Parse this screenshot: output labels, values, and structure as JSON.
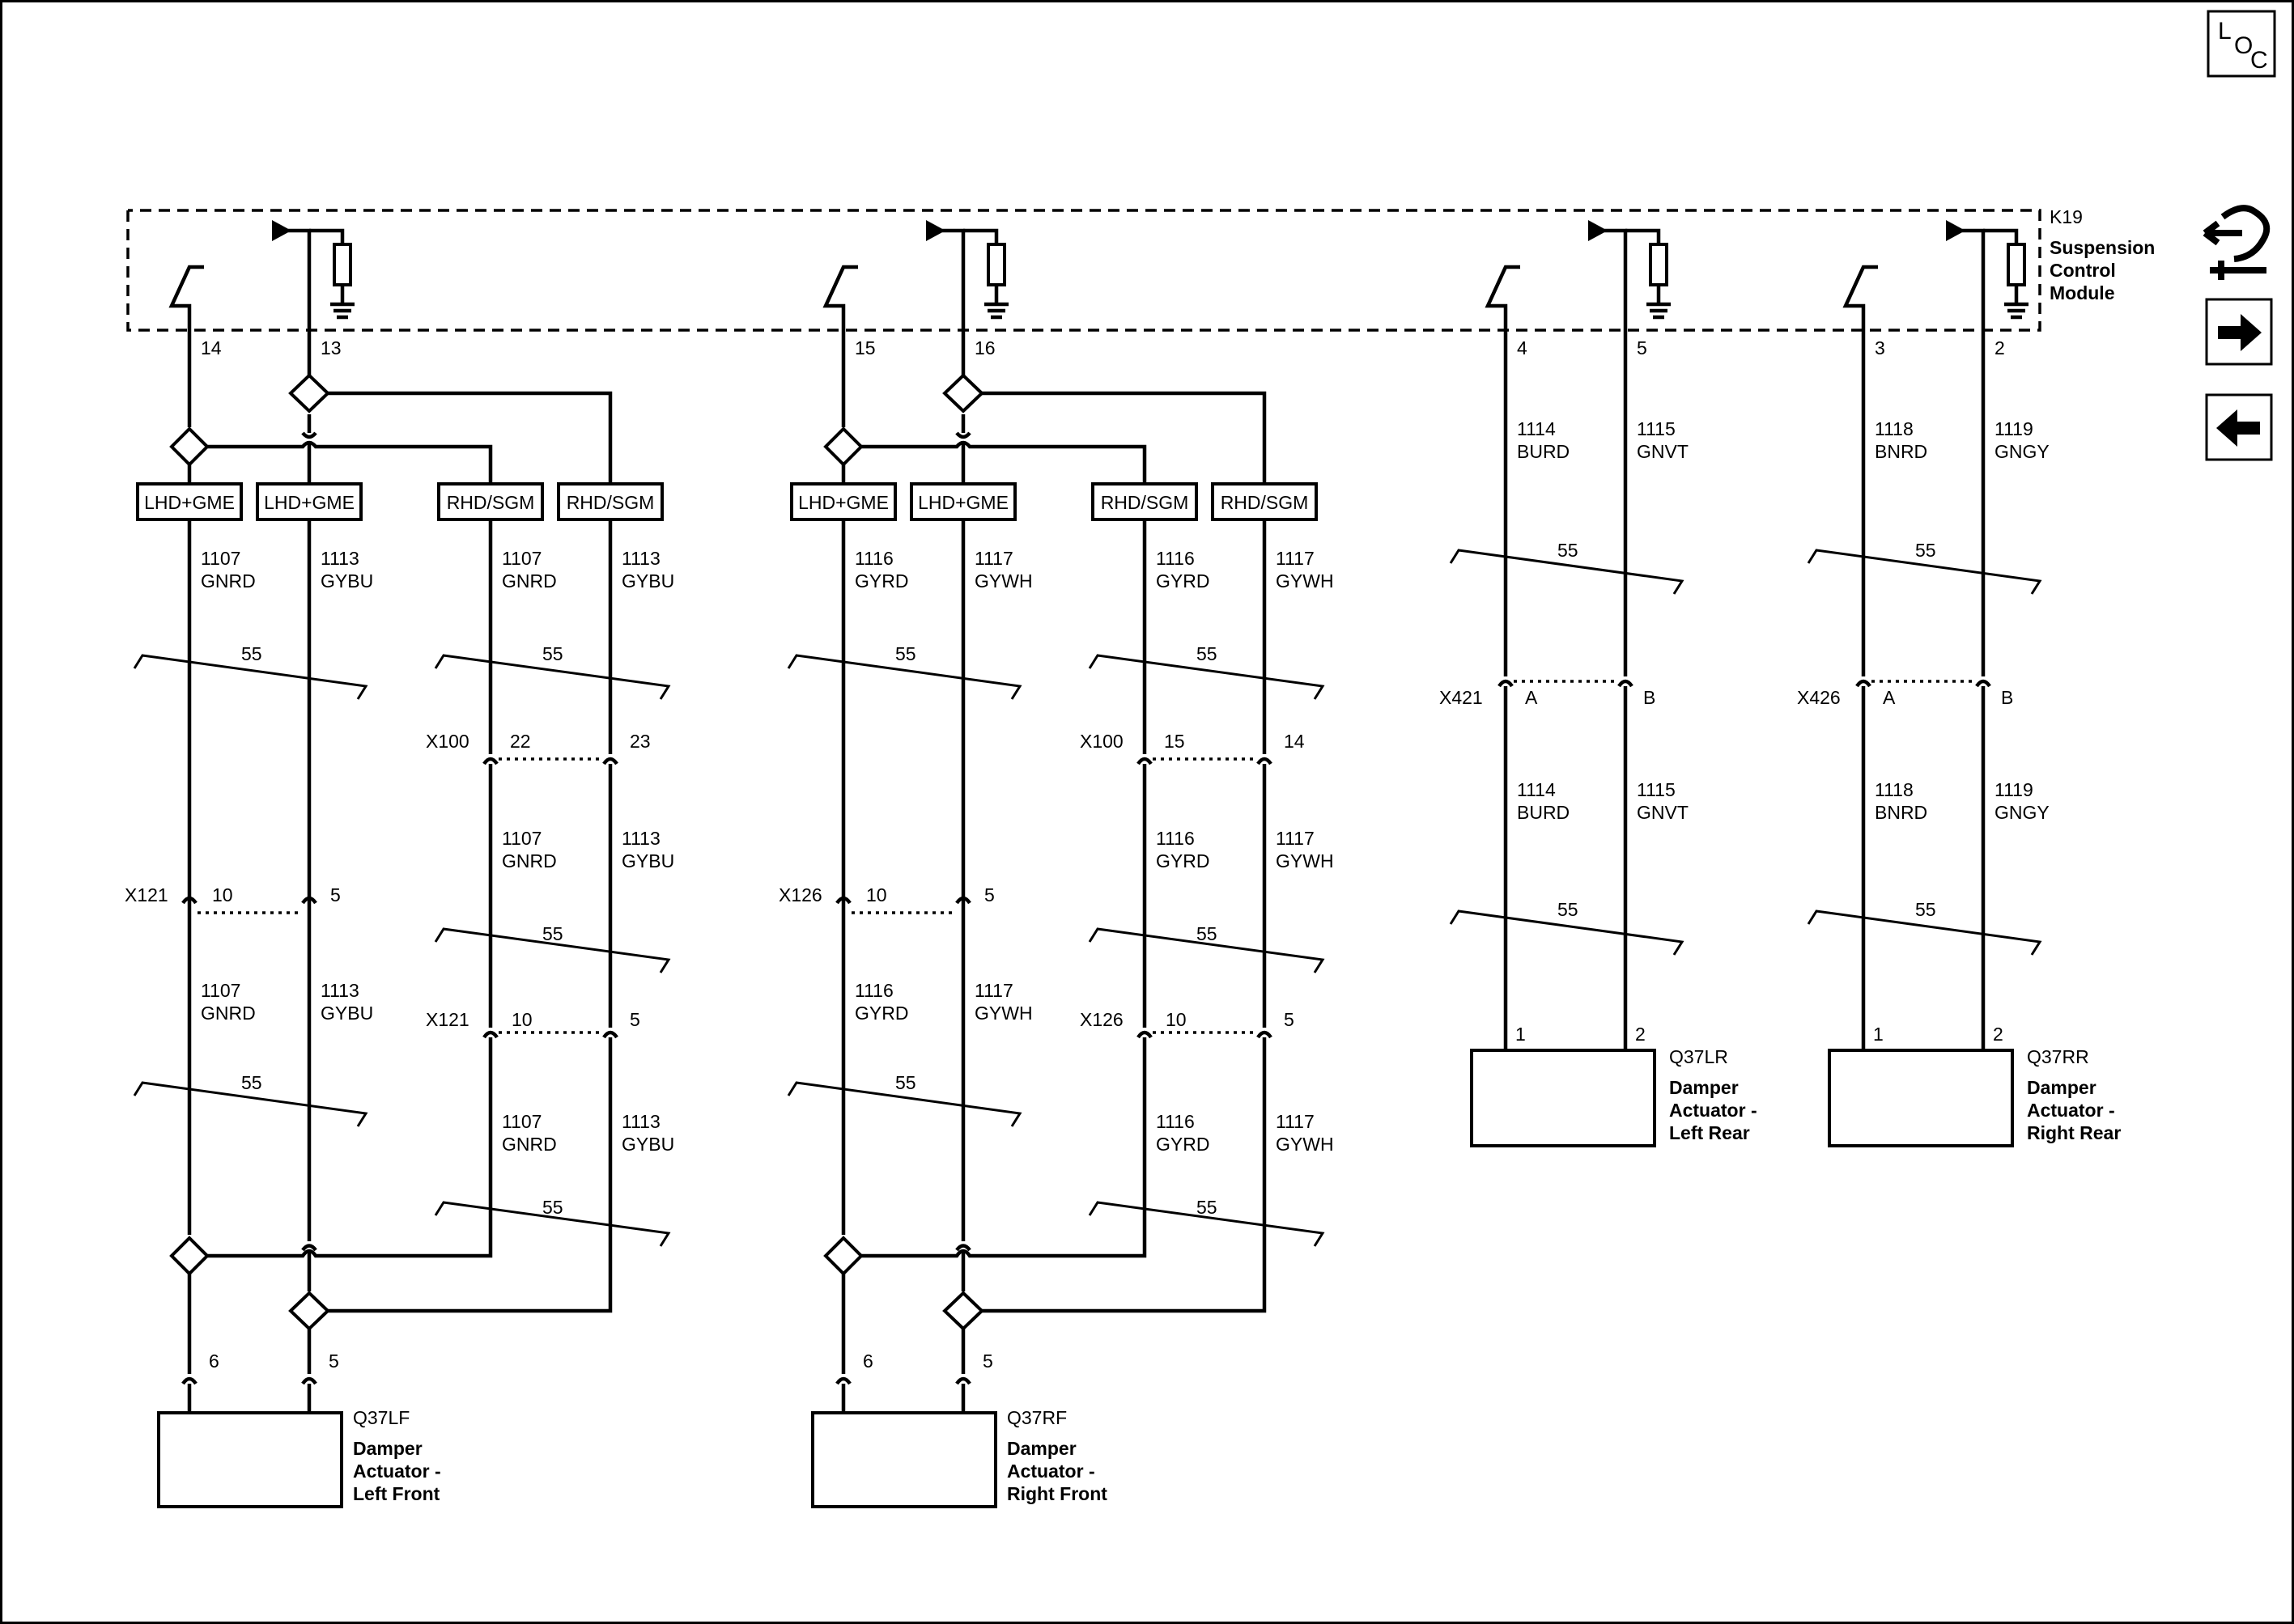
{
  "module": {
    "id": "K19",
    "name_lines": [
      "Suspension",
      "Control",
      "Module"
    ]
  },
  "loc_icon": {
    "letters": [
      "L",
      "O",
      "C"
    ]
  },
  "icons": [
    "loc-icon",
    "circuit-tracing-icon",
    "arrow-right-icon",
    "arrow-left-icon"
  ],
  "labels": {
    "lhd_gme": "LHD+GME",
    "rhd_sgm": "RHD/SGM",
    "gauge": "55"
  },
  "front_left": {
    "pin_switch": "14",
    "pin_output": "13",
    "lhd_wire1": {
      "circuit": "1107",
      "color": "GNRD"
    },
    "lhd_wire2": {
      "circuit": "1113",
      "color": "GYBU"
    },
    "rhd_wire1": {
      "circuit": "1107",
      "color": "GNRD"
    },
    "rhd_wire2": {
      "circuit": "1113",
      "color": "GYBU"
    },
    "x100": {
      "id": "X100",
      "pin1": "22",
      "pin2": "23"
    },
    "x121_lhd": {
      "id": "X121",
      "pin1": "10",
      "pin2": "5"
    },
    "x121_rhd": {
      "id": "X121",
      "pin1": "10",
      "pin2": "5"
    },
    "mid_lhd_wire1": {
      "circuit": "1107",
      "color": "GNRD"
    },
    "mid_lhd_wire2": {
      "circuit": "1113",
      "color": "GYBU"
    },
    "mid_rhd_wire1": {
      "circuit": "1107",
      "color": "GNRD"
    },
    "mid_rhd_wire2": {
      "circuit": "1113",
      "color": "GYBU"
    },
    "low_rhd_wire1": {
      "circuit": "1107",
      "color": "GNRD"
    },
    "low_rhd_wire2": {
      "circuit": "1113",
      "color": "GYBU"
    },
    "component_pin1": "6",
    "component_pin2": "5",
    "component_id": "Q37LF",
    "component_name": [
      "Damper",
      "Actuator -",
      "Left Front"
    ]
  },
  "front_right": {
    "pin_switch": "15",
    "pin_output": "16",
    "lhd_wire1": {
      "circuit": "1116",
      "color": "GYRD"
    },
    "lhd_wire2": {
      "circuit": "1117",
      "color": "GYWH"
    },
    "rhd_wire1": {
      "circuit": "1116",
      "color": "GYRD"
    },
    "rhd_wire2": {
      "circuit": "1117",
      "color": "GYWH"
    },
    "x100": {
      "id": "X100",
      "pin1": "15",
      "pin2": "14"
    },
    "x121_lhd": {
      "id": "X126",
      "pin1": "10",
      "pin2": "5"
    },
    "x121_rhd": {
      "id": "X126",
      "pin1": "10",
      "pin2": "5"
    },
    "mid_lhd_wire1": {
      "circuit": "1116",
      "color": "GYRD"
    },
    "mid_lhd_wire2": {
      "circuit": "1117",
      "color": "GYWH"
    },
    "mid_rhd_wire1": {
      "circuit": "1116",
      "color": "GYRD"
    },
    "mid_rhd_wire2": {
      "circuit": "1117",
      "color": "GYWH"
    },
    "low_rhd_wire1": {
      "circuit": "1116",
      "color": "GYRD"
    },
    "low_rhd_wire2": {
      "circuit": "1117",
      "color": "GYWH"
    },
    "component_pin1": "6",
    "component_pin2": "5",
    "component_id": "Q37RF",
    "component_name": [
      "Damper",
      "Actuator -",
      "Right Front"
    ]
  },
  "rear_left": {
    "pin_switch": "4",
    "pin_output": "5",
    "upper_wire1": {
      "circuit": "1114",
      "color": "BURD"
    },
    "upper_wire2": {
      "circuit": "1115",
      "color": "GNVT"
    },
    "connector": {
      "id": "X421",
      "pin1": "A",
      "pin2": "B"
    },
    "lower_wire1": {
      "circuit": "1114",
      "color": "BURD"
    },
    "lower_wire2": {
      "circuit": "1115",
      "color": "GNVT"
    },
    "component_pin1": "1",
    "component_pin2": "2",
    "component_id": "Q37LR",
    "component_name": [
      "Damper",
      "Actuator -",
      "Left Rear"
    ]
  },
  "rear_right": {
    "pin_switch": "3",
    "pin_output": "2",
    "upper_wire1": {
      "circuit": "1118",
      "color": "BNRD"
    },
    "upper_wire2": {
      "circuit": "1119",
      "color": "GNGY"
    },
    "connector": {
      "id": "X426",
      "pin1": "A",
      "pin2": "B"
    },
    "lower_wire1": {
      "circuit": "1118",
      "color": "BNRD"
    },
    "lower_wire2": {
      "circuit": "1119",
      "color": "GNGY"
    },
    "component_pin1": "1",
    "component_pin2": "2",
    "component_id": "Q37RR",
    "component_name": [
      "Damper",
      "Actuator -",
      "Right Rear"
    ]
  }
}
